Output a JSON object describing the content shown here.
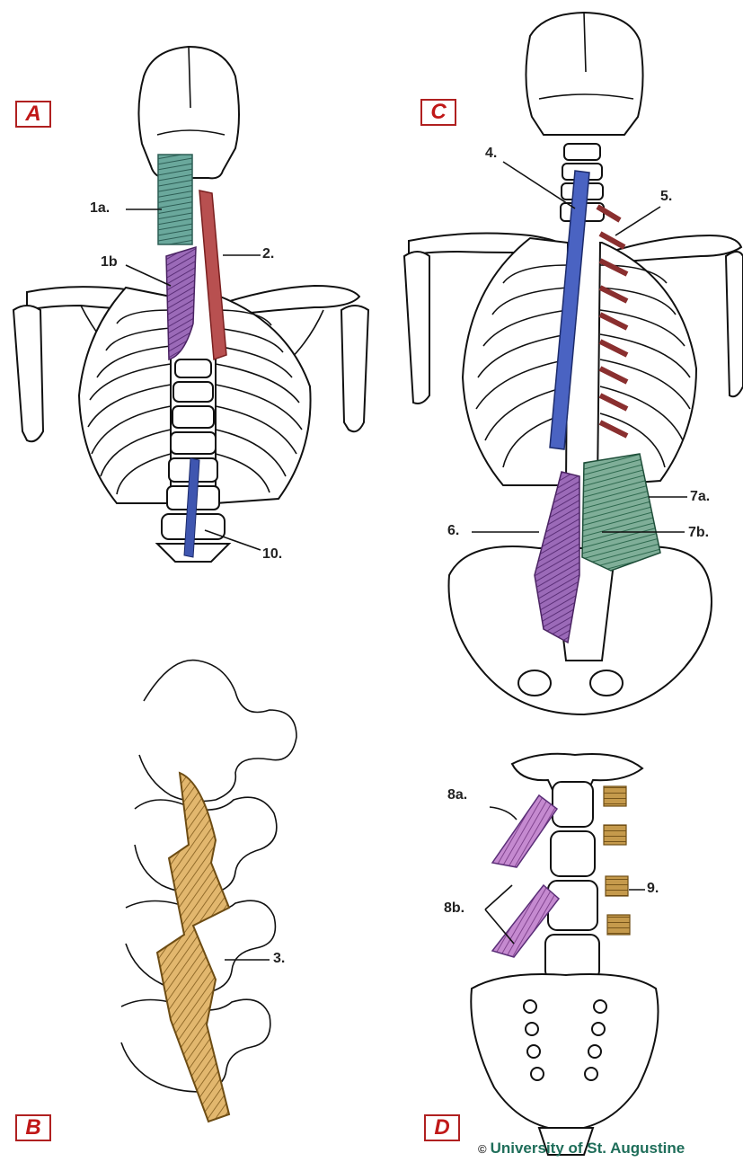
{
  "panels": {
    "a": "A",
    "b": "B",
    "c": "C",
    "d": "D"
  },
  "callouts": {
    "c1a": "1a.",
    "c1b": "1b",
    "c2": "2.",
    "c10": "10.",
    "c3": "3.",
    "c4": "4.",
    "c5": "5.",
    "c6": "6.",
    "c7a": "7a.",
    "c7b": "7b.",
    "c8a": "8a.",
    "c8b": "8b.",
    "c9": "9."
  },
  "credit": {
    "symbol": "©",
    "text": "University of St. Augustine"
  },
  "colors": {
    "teal": "#4f8f84",
    "purple": "#8a4fa6",
    "maroon": "#8a2f2f",
    "blue": "#3f56b0",
    "tan": "#d9ad62",
    "pink": "#b56cc0",
    "brown": "#a77a32",
    "label_red": "#c01818"
  }
}
